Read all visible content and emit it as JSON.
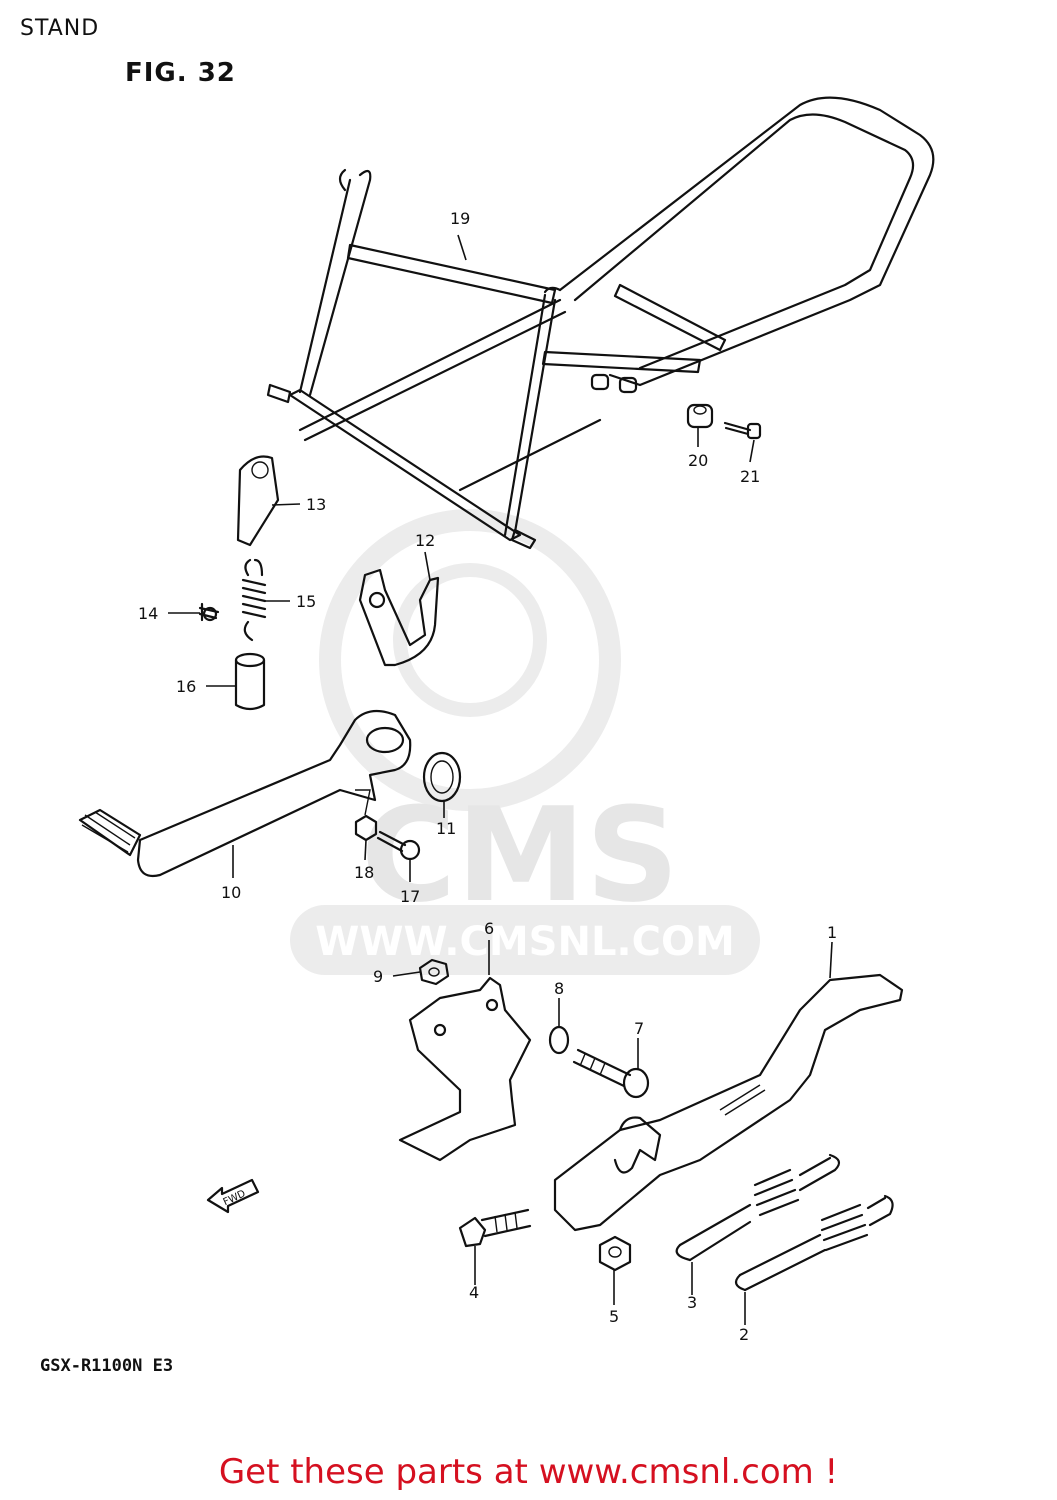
{
  "header": {
    "title": "STAND"
  },
  "figure": {
    "label": "FIG. 32",
    "model_code": "GSX-R1100N E3"
  },
  "watermark": {
    "brand": "CMS",
    "url": "WWW.CMSNL.COM"
  },
  "direction_marker": {
    "label": "FWD"
  },
  "callouts": [
    "1",
    "2",
    "3",
    "4",
    "5",
    "6",
    "7",
    "8",
    "9",
    "10",
    "11",
    "12",
    "13",
    "14",
    "15",
    "16",
    "17",
    "18",
    "19",
    "20",
    "21"
  ],
  "footer": {
    "cta_prefix": "Get these parts at ",
    "cta_link": "www.cmsnl.com",
    "cta_suffix": " !"
  },
  "colors": {
    "cta": "#d51020",
    "line": "#111111",
    "watermark": "#e6e6e6"
  }
}
